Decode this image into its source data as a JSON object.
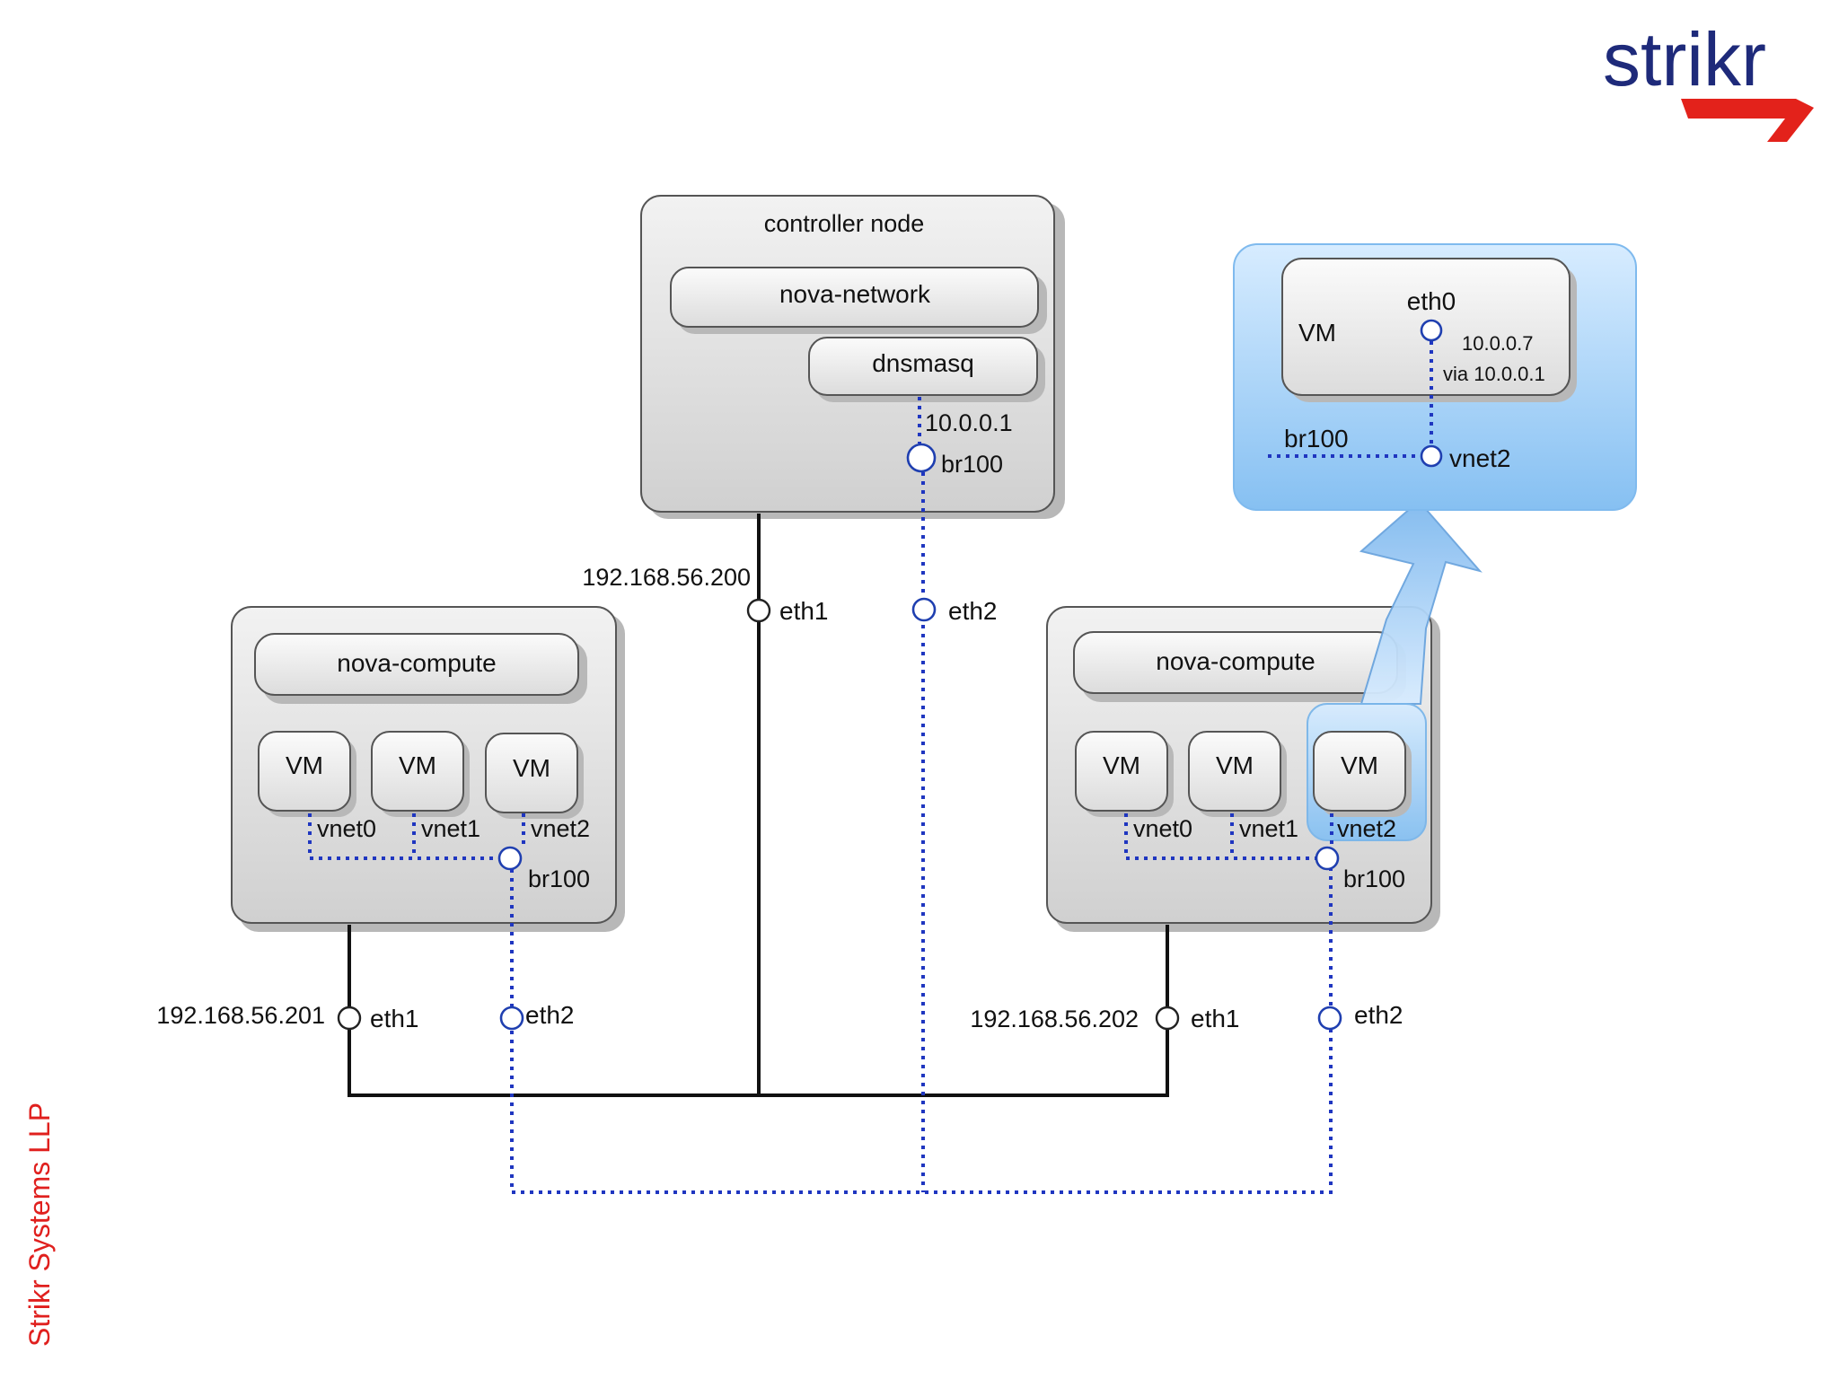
{
  "brand": {
    "name": "strikr",
    "color": "#1e2a7a",
    "accent": "#e3221b"
  },
  "footer": {
    "text": "Strikr Systems LLP",
    "color": "#e0201e"
  },
  "controller": {
    "title": "controller node",
    "service": "nova-network",
    "subservice": "dnsmasq",
    "ip": "10.0.0.1",
    "bridge": "br100",
    "eth1_ip": "192.168.56.200",
    "eth1": "eth1",
    "eth2": "eth2"
  },
  "compute_left": {
    "service": "nova-compute",
    "vms": [
      "VM",
      "VM",
      "VM"
    ],
    "vnets": [
      "vnet0",
      "vnet1",
      "vnet2"
    ],
    "bridge": "br100",
    "eth1_ip": "192.168.56.201",
    "eth1": "eth1",
    "eth2": "eth2"
  },
  "compute_right": {
    "service": "nova-compute",
    "vms": [
      "VM",
      "VM",
      "VM"
    ],
    "vnets": [
      "vnet0",
      "vnet1",
      "vnet2"
    ],
    "bridge": "br100",
    "eth1_ip": "192.168.56.202",
    "eth1": "eth1",
    "eth2": "eth2"
  },
  "zoom": {
    "vm": "VM",
    "eth": "eth0",
    "ip": "10.0.0.7",
    "via": "via 10.0.0.1",
    "bridge": "br100",
    "vnet": "vnet2"
  },
  "colors": {
    "highlight": "#8cc4f4",
    "dotted": "#1f36c0",
    "wire": "#111111"
  }
}
